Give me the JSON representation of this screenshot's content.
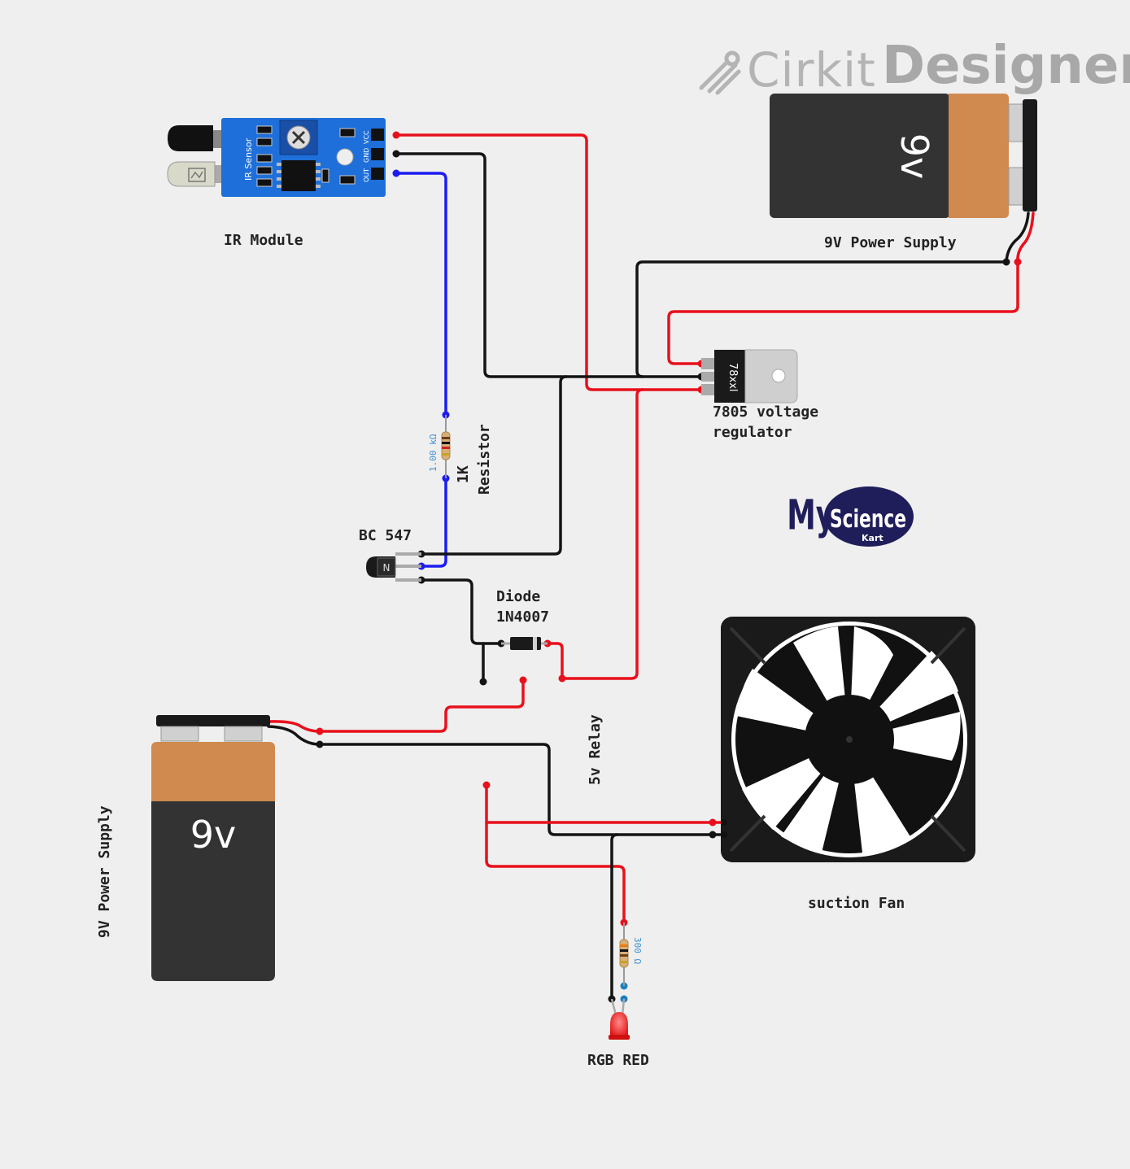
{
  "brand": {
    "part1": "Cirkit",
    "part2": "Designer"
  },
  "logo": {
    "my": "My",
    "science": "Science",
    "kart": "Kart"
  },
  "components": {
    "ir_module": {
      "label": "IR Module",
      "board_text": "IR Sensor",
      "pins": [
        "VCC",
        "GND",
        "OUT"
      ]
    },
    "battery_top": {
      "label": "9V Power Supply",
      "face_text": "9v"
    },
    "battery_bottom": {
      "label": "9V Power Supply",
      "face_text": "9v"
    },
    "regulator": {
      "label_line1": "7805 voltage",
      "label_line2": "regulator",
      "body_text": "78xxl"
    },
    "resistor_1k": {
      "label_line1": "1K",
      "label_line2": "Resistor",
      "value_text": "1.00 kΩ"
    },
    "transistor": {
      "label": "BC 547"
    },
    "diode": {
      "label_line1": "Diode",
      "label_line2": "1N4007"
    },
    "relay": {
      "label": "5v Relay"
    },
    "fan": {
      "label": "suction Fan"
    },
    "resistor_300": {
      "value_text": "300 Ω"
    },
    "led": {
      "label": "RGB RED"
    }
  },
  "colors": {
    "wire_red": "#e8101c",
    "wire_black": "#141414",
    "wire_blue": "#1c1cf0",
    "background": "#efefef",
    "pcb_blue": "#1e6fd9",
    "battery_orange": "#d08a50",
    "battery_dark": "#333333"
  }
}
